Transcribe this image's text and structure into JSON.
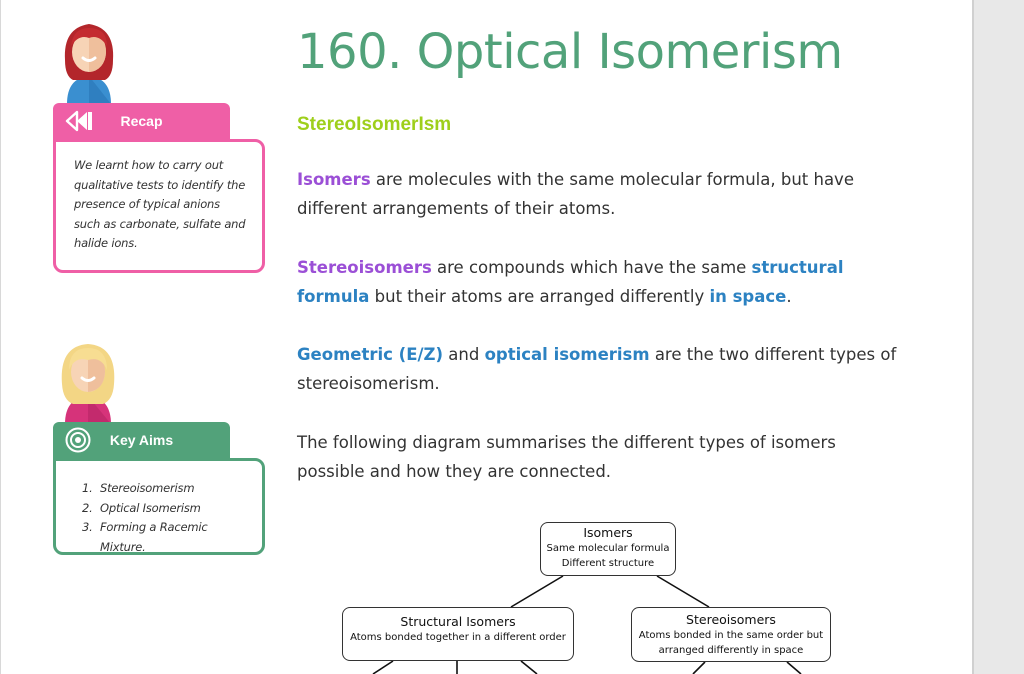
{
  "title": "160. Optical Isomerism",
  "section_heading": "StereoIsomerIsm",
  "recap": {
    "label": "Recap",
    "text": "We learnt how to carry out qualitative tests to identify the presence of typical anions such as carbonate, sulfate and halide ions."
  },
  "key_aims": {
    "label": "Key Aims",
    "items": [
      "Stereoisomerism",
      "Optical Isomerism",
      "Forming a Racemic Mixture."
    ]
  },
  "paragraphs": {
    "p1": {
      "term": "Isomers",
      "rest": " are molecules with the same molecular formula, but have different arrangements of their atoms."
    },
    "p2": {
      "term": "Stereoisomers",
      "mid": " are compounds which have the same ",
      "term2": "structural formula",
      "mid2": " but their atoms are arranged differently ",
      "term3": "in space",
      "end": "."
    },
    "p3": {
      "term": "Geometric (E/Z)",
      "mid": " and ",
      "term2": "optical isomerism",
      "end": " are the two different types of stereoisomerism."
    },
    "p4": "The following diagram summarises the different types of isomers possible and how they are connected."
  },
  "diagram": {
    "root": {
      "title": "Isomers",
      "line1": "Same molecular formula",
      "line2": "Different structure"
    },
    "structural": {
      "title": "Structural Isomers",
      "line1": "Atoms bonded together in a different order"
    },
    "stereo": {
      "title": "Stereoisomers",
      "line1": "Atoms bonded in the same order but",
      "line2": "arranged differently in space"
    }
  },
  "colors": {
    "title_green": "#52a27a",
    "heading_lime": "#9ecf1b",
    "recap_pink": "#ef5fa6",
    "aims_green": "#52a27a",
    "term_purple": "#9b4fd6",
    "term_blue": "#2c82c2"
  },
  "icons": {
    "recap": "rewind-icon",
    "aims": "target-icon"
  }
}
